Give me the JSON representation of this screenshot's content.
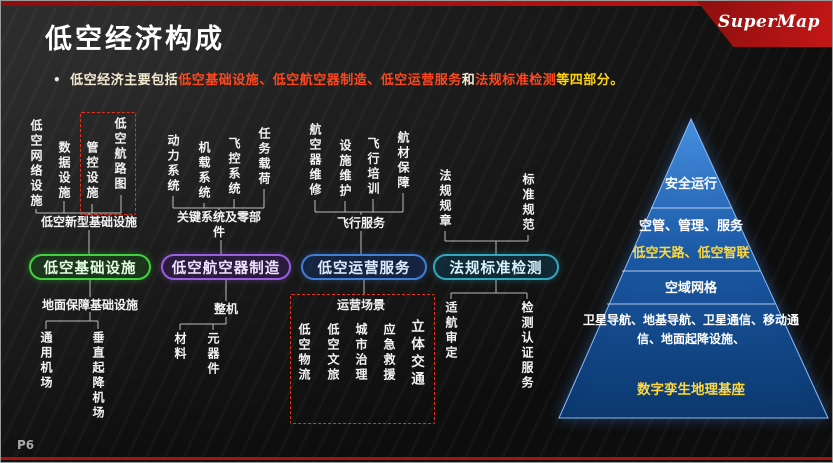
{
  "colors": {
    "accent_red": "#b00f0f",
    "highlight_orange_red": "#ff471e",
    "yellow": "#ffd400",
    "green": "#3ed43e",
    "purple": "#9a5fe0",
    "blue": "#3f7fd6",
    "teal": "#2fa8c0",
    "pyramid_blue": "#1c5aa8"
  },
  "header": {
    "title": "低空经济构成",
    "logo": "SuperMap"
  },
  "footer": {
    "page_number": "P6"
  },
  "intro": {
    "bullet": "•",
    "lead": "低空经济主要包括",
    "hl1": "低空基础设施、低空航空器制造、低空运营服务",
    "mid": "和",
    "hl2": "法规标准检测",
    "tail": "等四部分。"
  },
  "diagram": {
    "groups": [
      {
        "box_label": "低空基础设施",
        "top_labels": [
          "低空网络设施",
          "数据设施",
          "管控设施",
          "低空航路图"
        ],
        "top_group_label": "低空新型基础设施",
        "bottom_group_label": "地面保障基础设施",
        "bottom_labels": [
          "通用机场",
          "垂直起降机场"
        ]
      },
      {
        "box_label": "低空航空器制造",
        "top_labels": [
          "动力系统",
          "机载系统",
          "飞控系统",
          "任务载荷"
        ],
        "top_group_label": "关键系统及零部件",
        "bottom_group_label": "整机",
        "bottom_labels": [
          "材料",
          "元器件"
        ]
      },
      {
        "box_label": "低空运营服务",
        "top_labels": [
          "航空器维修",
          "设施维护",
          "飞行培训",
          "航材保障"
        ],
        "top_group_label": "飞行服务",
        "bottom_group_label": "运营场景",
        "bottom_labels": [
          "低空物流",
          "低空文旅",
          "城市治理",
          "应急救援",
          "立体交通"
        ]
      },
      {
        "box_label": "法规标准检测",
        "top_labels": [
          "法规规章",
          "标准规范"
        ],
        "bottom_labels": [
          "适航审定",
          "检测认证服务"
        ]
      }
    ]
  },
  "pyramid": {
    "level1": "安全运行",
    "level2a": "空管、管理、服务",
    "level2b": "低空天路、低空智联",
    "level3": "空域网格",
    "level4a": "卫星导航、地基导航、卫星通信、移动通信、地面起降设施、",
    "level4b": "数字孪生地理基座"
  }
}
